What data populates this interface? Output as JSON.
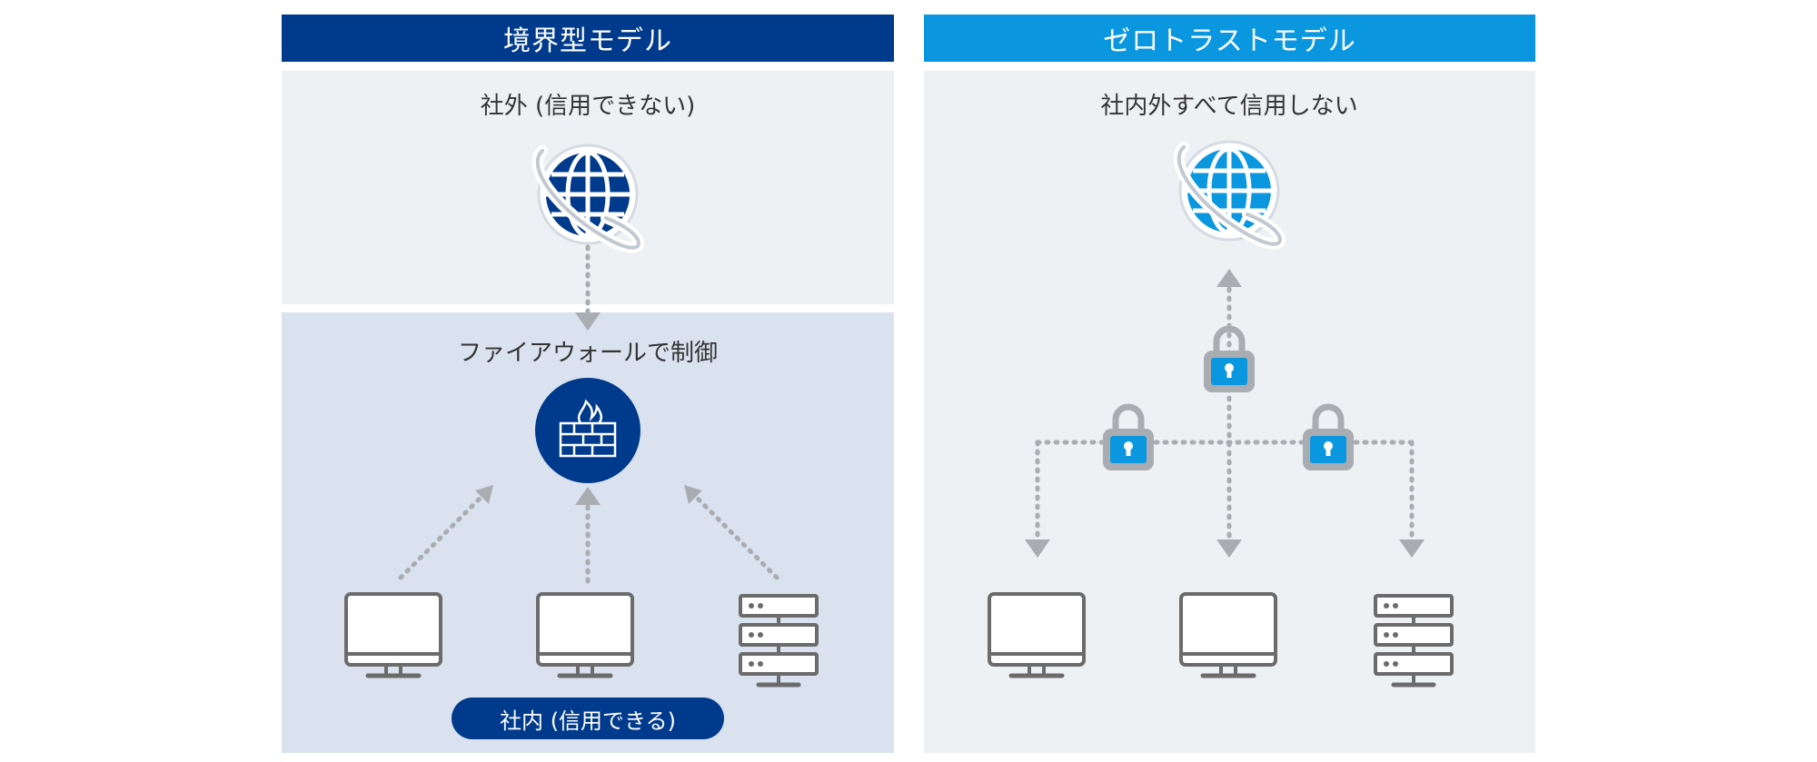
{
  "left": {
    "title": "境界型モデル",
    "outside_label": "社外 (信用できない)",
    "firewall_label": "ファイアウォールで制御",
    "inside_label": "社内 (信用できる)"
  },
  "right": {
    "title": "ゼロトラストモデル",
    "outside_label": "社内外すべて信用しない"
  },
  "colors": {
    "navy": "#003a8c",
    "sky": "#0a97e0",
    "panel_gray": "#eef1f3",
    "panel_blue": "#d9e2ee",
    "arrow_gray": "#a9adb1",
    "device_gray": "#6b6b6b"
  },
  "icons": [
    "globe-icon",
    "firewall-icon",
    "lock-icon",
    "monitor-icon",
    "server-icon",
    "arrow-icon"
  ]
}
